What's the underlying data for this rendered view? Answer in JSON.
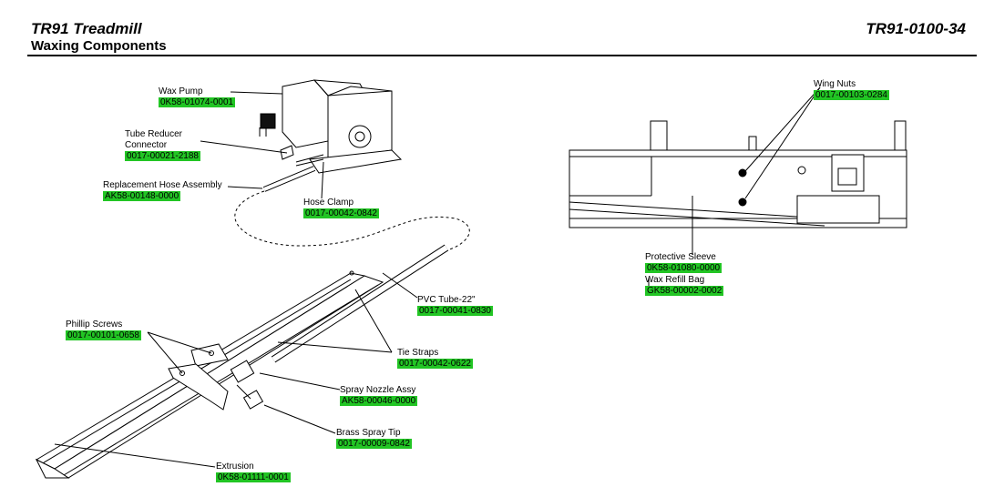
{
  "header": {
    "title": "TR91 Treadmill",
    "subtitle": "Waxing Components",
    "doc_number": "TR91-0100-34"
  },
  "colors": {
    "part_number_highlight": "#22c524"
  },
  "callouts": [
    {
      "id": "wax-pump",
      "name": "Wax Pump",
      "part": "0K58-01074-0001"
    },
    {
      "id": "tube-reducer",
      "name_line1": "Tube Reducer",
      "name_line2": "Connector",
      "part": "0017-00021-2188"
    },
    {
      "id": "replacement-hose",
      "name": "Replacement Hose Assembly",
      "part": "AK58-00148-0000"
    },
    {
      "id": "hose-clamp",
      "name": "Hose Clamp",
      "part": "0017-00042-0842"
    },
    {
      "id": "pvc-tube",
      "name": "PVC Tube-22\"",
      "part": "0017-00041-0830"
    },
    {
      "id": "phillip-screws",
      "name": "Phillip Screws",
      "part": "0017-00101-0658"
    },
    {
      "id": "tie-straps",
      "name": "Tie Straps",
      "part": "0017-00042-0622"
    },
    {
      "id": "spray-nozzle",
      "name": "Spray Nozzle Assy",
      "part": "AK58-00046-0000"
    },
    {
      "id": "brass-spray-tip",
      "name": "Brass Spray Tip",
      "part": "0017-00009-0842"
    },
    {
      "id": "extrusion",
      "name": "Extrusion",
      "part": "0K58-01111-0001"
    },
    {
      "id": "wing-nuts",
      "name": "Wing Nuts",
      "part": "0017-00103-0284"
    },
    {
      "id": "protective-sleeve",
      "name": "Protective Sleeve",
      "part": "0K58-01080-0000"
    },
    {
      "id": "wax-refill-bag",
      "name": "Wax Refill Bag",
      "part": "GK58-00002-0002"
    }
  ]
}
